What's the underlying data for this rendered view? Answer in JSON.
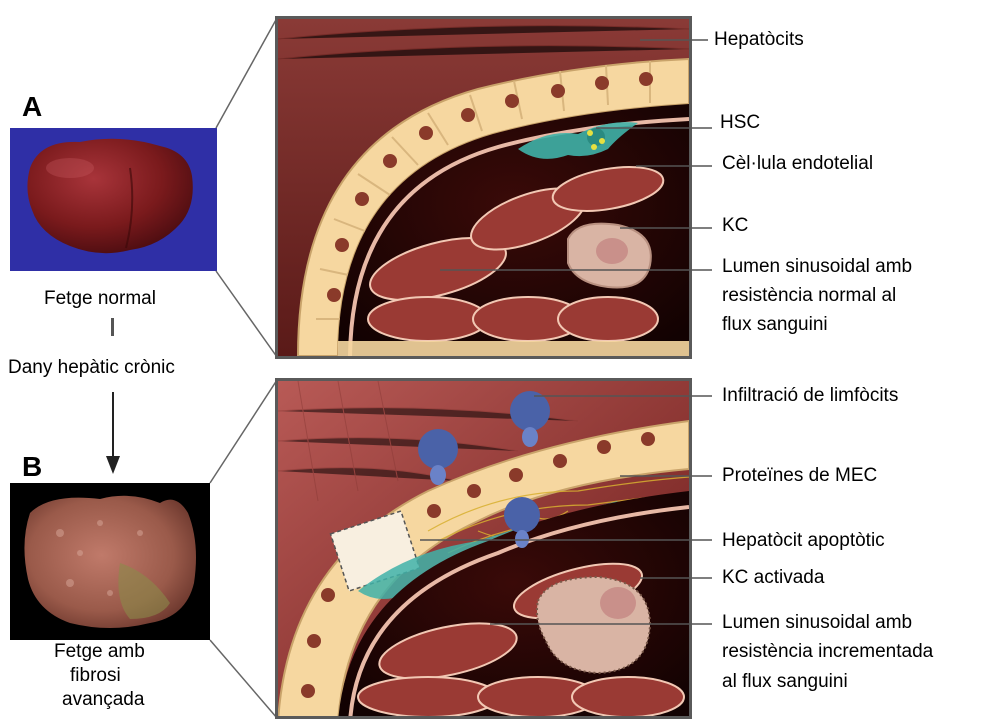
{
  "panel_a": {
    "letter": "A",
    "photo_caption": "Fetge normal",
    "labels": [
      "Hepatòcits",
      "HSC",
      "Cèl·lula endotelial",
      "KC",
      "Lumen sinusoidal amb",
      "resistència normal al",
      "flux sanguini"
    ]
  },
  "transition": {
    "label": "Dany hepàtic crònic"
  },
  "panel_b": {
    "letter": "B",
    "photo_caption_lines": [
      "Fetge amb",
      "fibrosi",
      "avançada"
    ],
    "labels": [
      "Infiltració de limfòcits",
      "Proteïnes de MEC",
      "Hepatòcit apoptòtic",
      "KC activada",
      "Lumen sinusoidal amb",
      "resistència incrementada",
      "al flux sanguini"
    ]
  },
  "colors": {
    "normal_liver_bg": "#2f2fa6",
    "normal_liver": "#7a1a1c",
    "fibrotic_liver_bg": "#000000",
    "fibrotic_liver": "#9a5a4a",
    "hepatocyte": "#f6d7a0",
    "nucleus": "#8a3a2a",
    "hsc": "#3fb2a8",
    "tissue": "#7a2a28",
    "lymphocyte": "#4a62a8"
  }
}
